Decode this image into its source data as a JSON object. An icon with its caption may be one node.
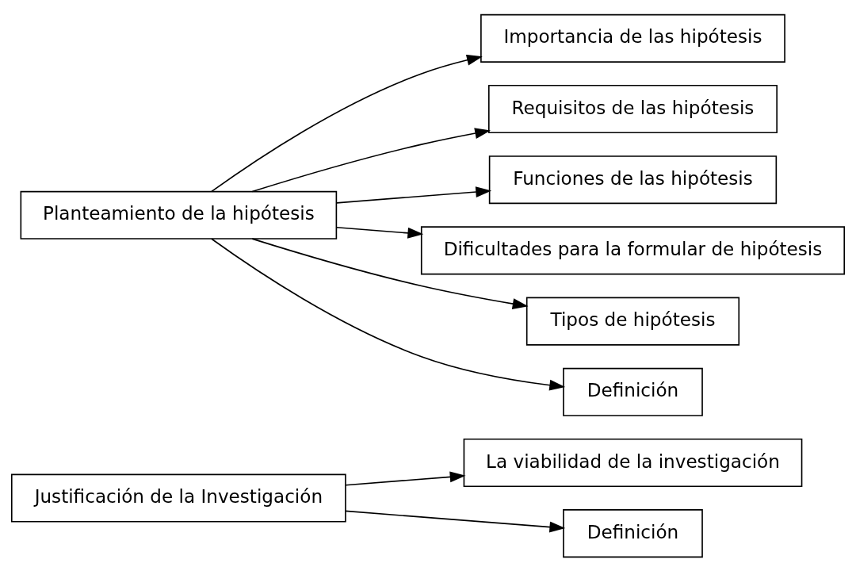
{
  "diagram": {
    "nodes": [
      {
        "text": [
          "Justificación de la Investigación"
        ]
      },
      {
        "text": [
          "La viabilidad de la investigación"
        ]
      },
      {
        "text": [
          "Definición"
        ]
      },
      {
        "text": [
          "Planteamiento de la hipótesis"
        ]
      },
      {
        "text": [
          "Importancia de las hipótesis"
        ]
      },
      {
        "text": [
          "Requisitos de las hipótesis"
        ]
      },
      {
        "text": [
          "Funciones de las hipótesis"
        ]
      },
      {
        "text": [
          "Dificultades para la formular de hipótesis"
        ]
      },
      {
        "text": [
          "Tipos de hipótesis"
        ]
      },
      {
        "text": [
          "Definición"
        ]
      }
    ],
    "edges": [
      {
        "from": 0,
        "to": 1,
        "arrow": "to"
      },
      {
        "from": 0,
        "to": 2,
        "arrow": "to"
      },
      {
        "from": 3,
        "to": 4,
        "arrow": "to"
      },
      {
        "from": 3,
        "to": 5,
        "arrow": "to"
      },
      {
        "from": 3,
        "to": 6,
        "arrow": "to"
      },
      {
        "from": 3,
        "to": 7,
        "arrow": "to"
      },
      {
        "from": 3,
        "to": 8,
        "arrow": "to"
      },
      {
        "from": 3,
        "to": 9,
        "arrow": "to"
      }
    ]
  }
}
